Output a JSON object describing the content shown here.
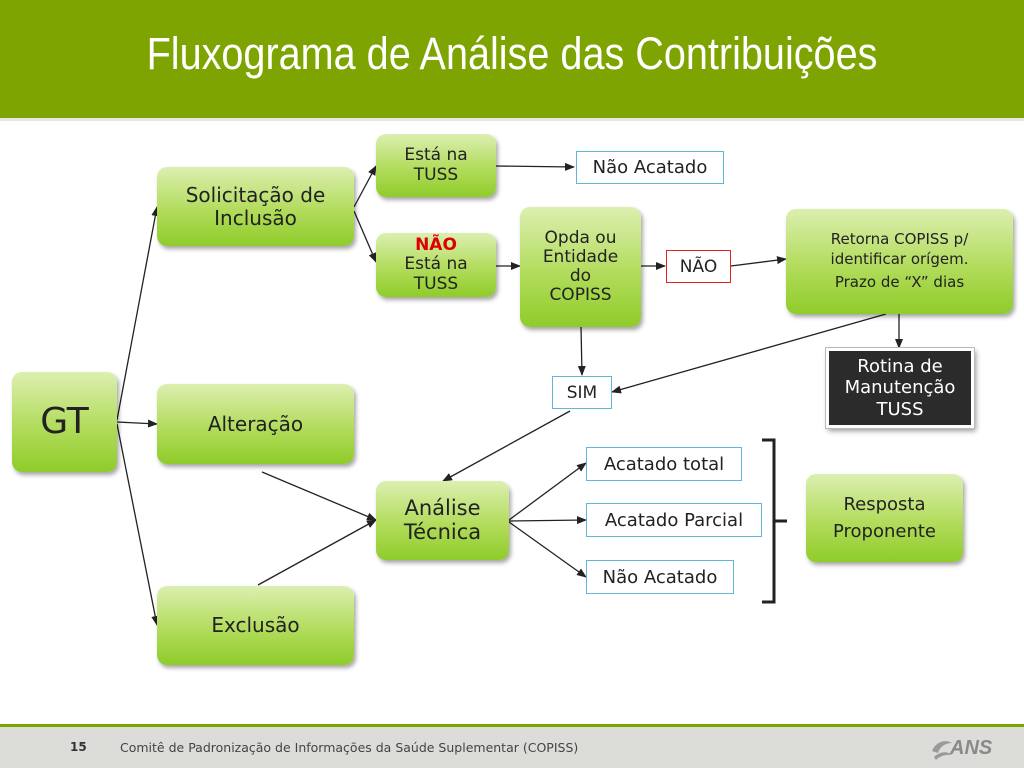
{
  "title": "Fluxograma de Análise das Contribuições",
  "nodes": {
    "gt": "GT",
    "solicitacao_line1": "Solicitação de",
    "solicitacao_line2": "Inclusão",
    "alteracao": "Alteração",
    "exclusao": "Exclusão",
    "esta_tuss_line1": "Está na",
    "esta_tuss_line2": "TUSS",
    "nao_esta_tuss_line0": "NÃO",
    "nao_esta_tuss_line1": "Está na",
    "nao_esta_tuss_line2": "TUSS",
    "nao_acatado_top": "Não Acatado",
    "opda_line1": "Opda ou",
    "opda_line2": "Entidade",
    "opda_line3": "do",
    "opda_line4": "COPISS",
    "nao": "NÃO",
    "retorna_line1": "Retorna COPISS p/",
    "retorna_line2": "identificar orígem.",
    "retorna_line3": "Prazo de “X” dias",
    "rotina_line1": "Rotina de",
    "rotina_line2": "Manutenção",
    "rotina_line3": "TUSS",
    "sim": "SIM",
    "analise_line1": "Análise",
    "analise_line2": "Técnica",
    "acatado_total": "Acatado total",
    "acatado_parcial": "Acatado Parcial",
    "nao_acatado_bottom": "Não Acatado",
    "resposta_line1": "Resposta",
    "resposta_line2": "Proponente"
  },
  "footer": {
    "page_number": "15",
    "text": "Comitê de Padronização de Informações da Saúde Suplementar (COPISS)",
    "logo": "ANS"
  },
  "colors": {
    "header": "#7ea402",
    "accent_red": "#dd0000",
    "box_border_blue": "#5fb8d8"
  }
}
